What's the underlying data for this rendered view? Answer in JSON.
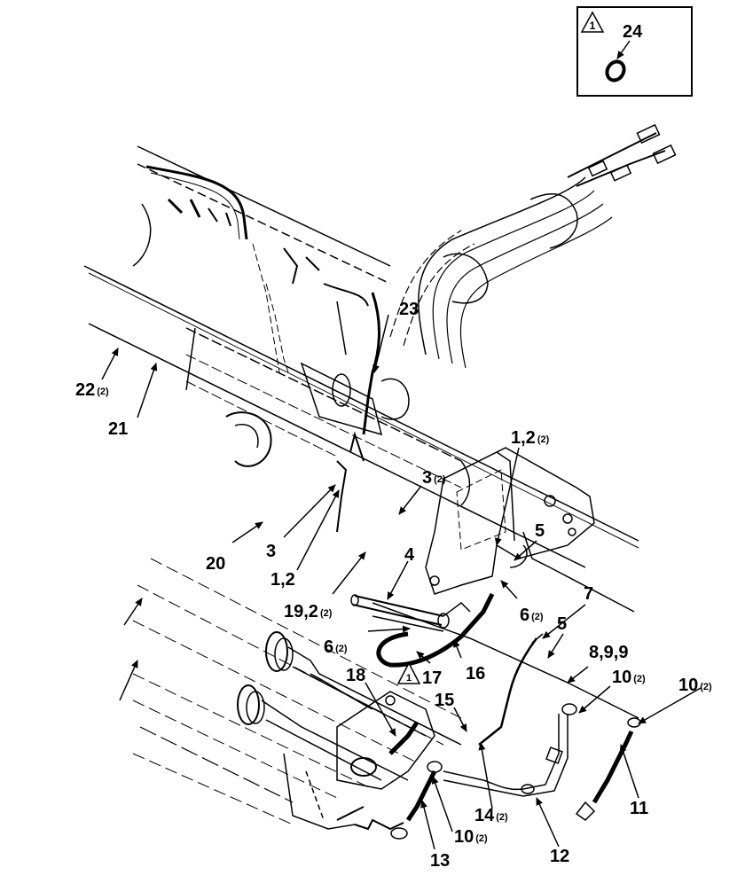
{
  "inset": {
    "warning_symbol_text": "1",
    "part_number": "24"
  },
  "callouts": [
    {
      "id": "c23",
      "text": "23"
    },
    {
      "id": "c22",
      "text": "22",
      "sup": "(2)"
    },
    {
      "id": "c21",
      "text": "21"
    },
    {
      "id": "c12a",
      "text": "1,2",
      "sup": "(2)"
    },
    {
      "id": "c3b",
      "text": "3",
      "sup": "(2)"
    },
    {
      "id": "c5a",
      "text": "5"
    },
    {
      "id": "c4",
      "text": "4"
    },
    {
      "id": "c20",
      "text": "20"
    },
    {
      "id": "c3a",
      "text": "3"
    },
    {
      "id": "c12b",
      "text": "1,2"
    },
    {
      "id": "c192",
      "text": "19,2",
      "sup": "(2)"
    },
    {
      "id": "c6a",
      "text": "6",
      "sup": "(2)"
    },
    {
      "id": "c6b",
      "text": "6",
      "sup": "(2)"
    },
    {
      "id": "c7",
      "text": "7"
    },
    {
      "id": "c5b",
      "text": "5"
    },
    {
      "id": "c17",
      "text": "17",
      "tri": "1"
    },
    {
      "id": "c16",
      "text": "16"
    },
    {
      "id": "c899",
      "text": "8,9,9"
    },
    {
      "id": "c18",
      "text": "18"
    },
    {
      "id": "c10a",
      "text": "10",
      "sup": "(2)"
    },
    {
      "id": "c10b",
      "text": "10",
      "sup": "(2)"
    },
    {
      "id": "c15",
      "text": "15"
    },
    {
      "id": "c14",
      "text": "14",
      "sup": "(2)"
    },
    {
      "id": "c11",
      "text": "11"
    },
    {
      "id": "c12",
      "text": "12"
    },
    {
      "id": "c10c",
      "text": "10",
      "sup": "(2)"
    },
    {
      "id": "c13",
      "text": "13"
    }
  ]
}
